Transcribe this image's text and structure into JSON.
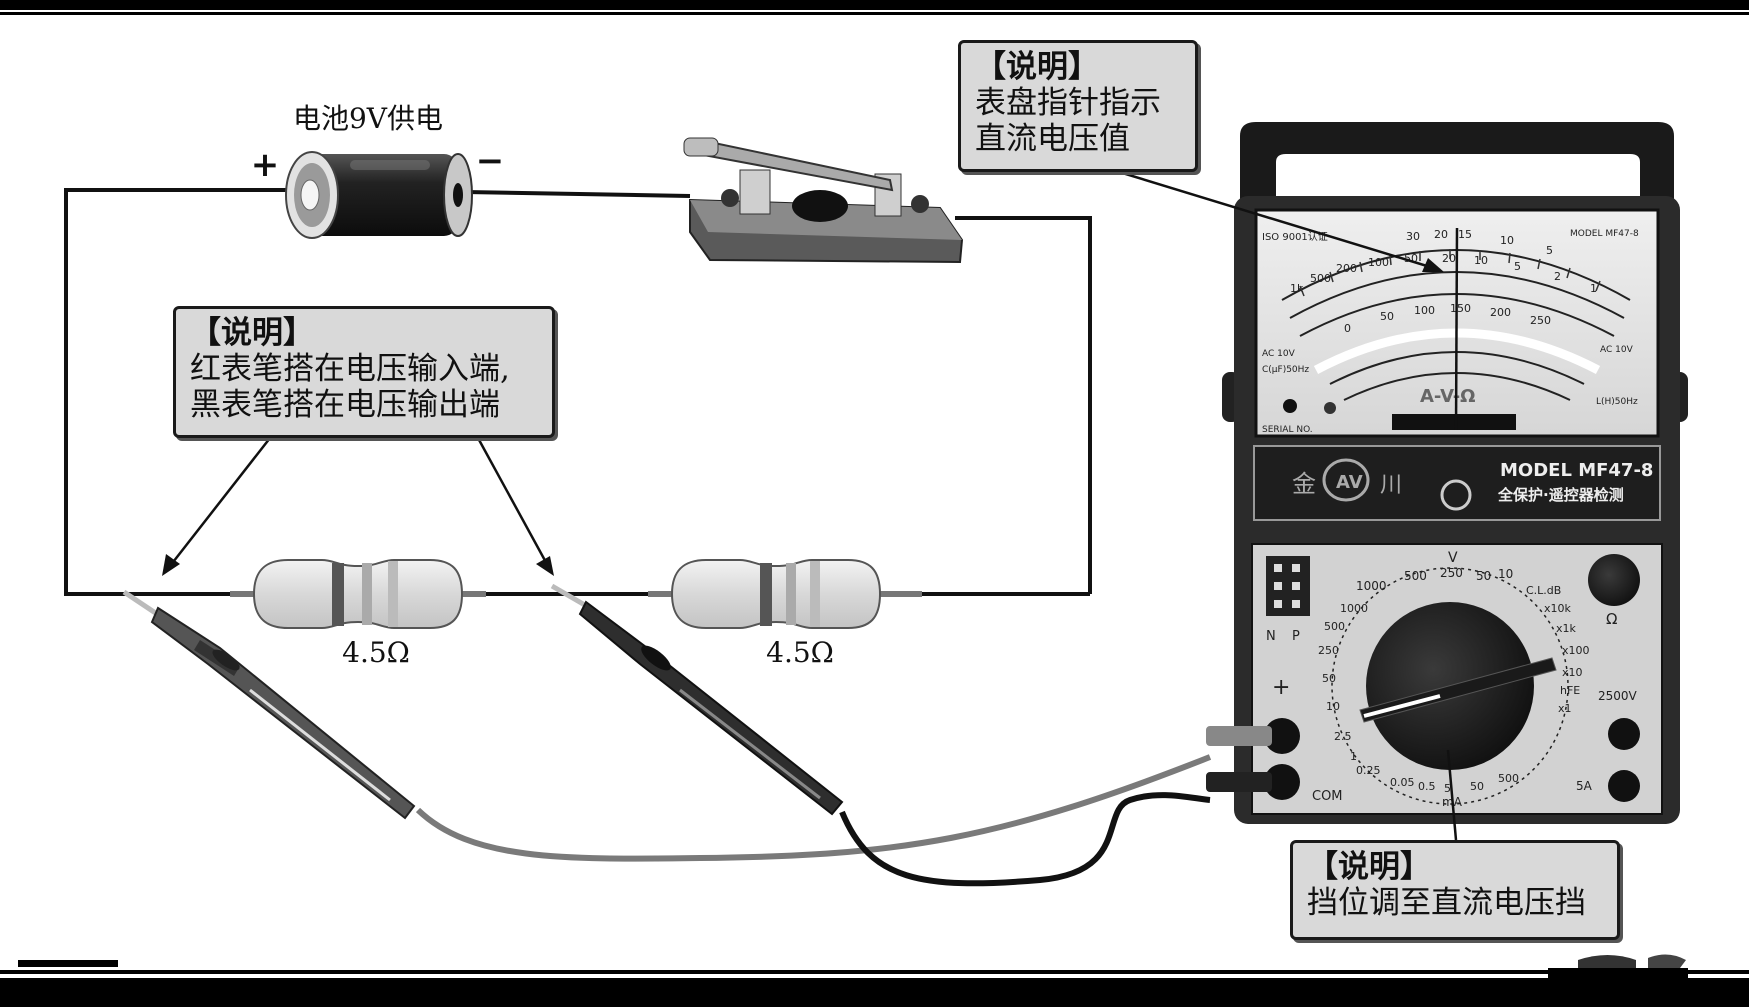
{
  "battery": {
    "label": "电池9V供电",
    "plus": "+",
    "minus": "−"
  },
  "resistors": [
    {
      "label": "4.5Ω"
    },
    {
      "label": "4.5Ω"
    }
  ],
  "notes": {
    "probes": {
      "title": "【说明】",
      "line1": "红表笔搭在电压输入端,",
      "line2": "黑表笔搭在电压输出端"
    },
    "needle": {
      "title": "【说明】",
      "line1": "表盘指针指示",
      "line2": "直流电压值"
    },
    "range": {
      "title": "【说明】",
      "line1": "挡位调至直流电压挡"
    }
  },
  "meter": {
    "model_badge": "MODEL MF47-8",
    "slogan": "全保护·遥控器检测",
    "brand_left": "金",
    "brand_right": "川",
    "dial_model": "MODEL MF47-8",
    "iso": "ISO 9001认证",
    "serial": "SERIAL NO.",
    "ac_left": "AC 10V",
    "ac_right": "AC 10V",
    "freq_left": "C(μF)50Hz",
    "freq_right": "L(H)50Hz",
    "units": "A-V-Ω",
    "scale_top": [
      "30",
      "20",
      "15",
      "10",
      "5"
    ],
    "scale_ohm": [
      "1k",
      "500",
      "200",
      "100",
      "50",
      "20",
      "10",
      "5",
      "2",
      "1"
    ],
    "scale_mid": [
      "0",
      "50",
      "100",
      "150",
      "200",
      "250"
    ],
    "knob_ohm_label": "Ω",
    "jack_plus": "+",
    "jack_com": "COM",
    "jack_2500": "2500V",
    "jack_5a": "5A",
    "transistor_n": "N",
    "transistor_p": "P",
    "sel_v_top": "V",
    "sel_ma": "mA",
    "sel_ranges_left": [
      "1000",
      "500",
      "250",
      "50",
      "10",
      "2.5",
      "1",
      "0.25"
    ],
    "sel_ranges_top": [
      "1000",
      "500",
      "250",
      "50",
      "10"
    ],
    "sel_ranges_right": [
      "C.L.dB",
      "x10k",
      "x1k",
      "x100",
      "x10",
      "hFE",
      "x1"
    ],
    "sel_ranges_bottom": [
      "0.05",
      "0.5",
      "5",
      "50",
      "500"
    ]
  },
  "colors": {
    "note_bg": "#d9d9d9",
    "ink": "#111111",
    "meter_body": "#2b2b2b"
  }
}
